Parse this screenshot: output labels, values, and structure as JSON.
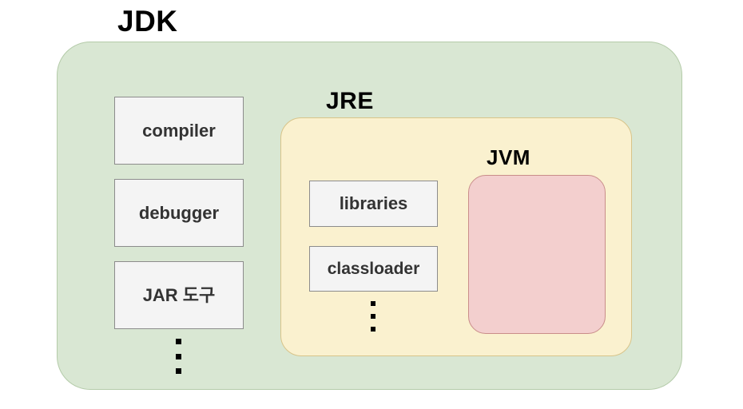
{
  "diagram": {
    "type": "nested-containment",
    "title_labels": {
      "jdk": "JDK",
      "jre": "JRE",
      "jvm": "JVM"
    },
    "regions": [
      {
        "name": "JDK",
        "label": "JDK",
        "fill": "#d9e7d3",
        "stroke": "#b4cba9",
        "items": [
          "compiler",
          "debugger",
          "JAR 도구"
        ],
        "ellipsis": "⋮"
      },
      {
        "name": "JRE",
        "label": "JRE",
        "fill": "#faf1cf",
        "stroke": "#d8c489",
        "items": [
          "libraries",
          "classloader"
        ],
        "ellipsis": "⋮"
      },
      {
        "name": "JVM",
        "label": "JVM",
        "fill": "#f3cfce",
        "stroke": "#c98d8a",
        "items": [],
        "ellipsis": ""
      }
    ],
    "boxes": {
      "compiler": "compiler",
      "debugger": "debugger",
      "jar_tool": "JAR 도구",
      "libraries": "libraries",
      "classloader": "classloader"
    },
    "box_style": {
      "fill": "#f4f4f4",
      "stroke": "#8c8c8c",
      "text_color": "#333333"
    },
    "background": "#ffffff"
  }
}
